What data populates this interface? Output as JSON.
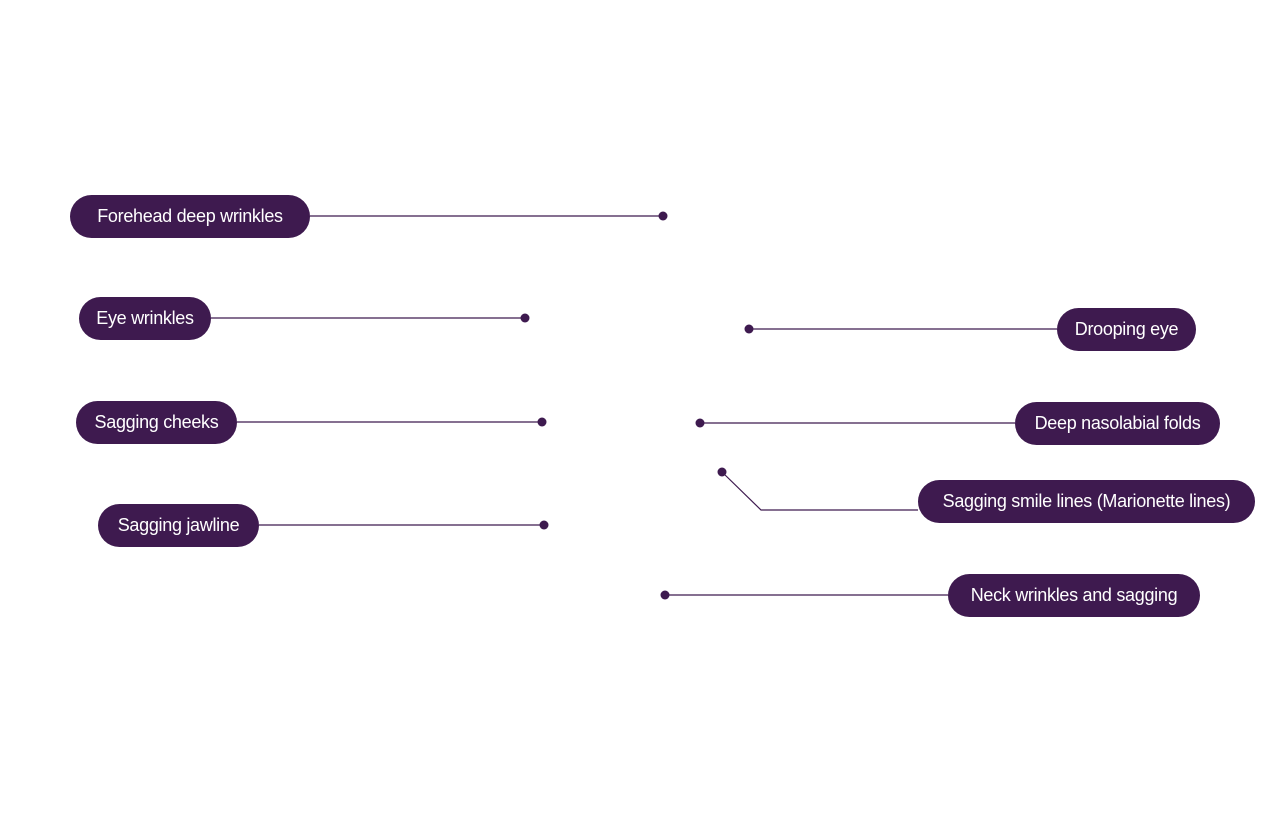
{
  "colors": {
    "accent": "#3e1a4f",
    "line": "#3e1a4f",
    "text": "#ffffff",
    "background": "#ffffff"
  },
  "labels": {
    "forehead": "Forehead deep wrinkles",
    "eye_wrinkles": "Eye wrinkles",
    "sagging_cheeks": "Sagging cheeks",
    "sagging_jawline": "Sagging jawline",
    "drooping_eye": "Drooping eye",
    "nasolabial": "Deep nasolabial folds",
    "marionette": "Sagging smile lines (Marionette lines)",
    "neck": "Neck wrinkles and sagging"
  }
}
